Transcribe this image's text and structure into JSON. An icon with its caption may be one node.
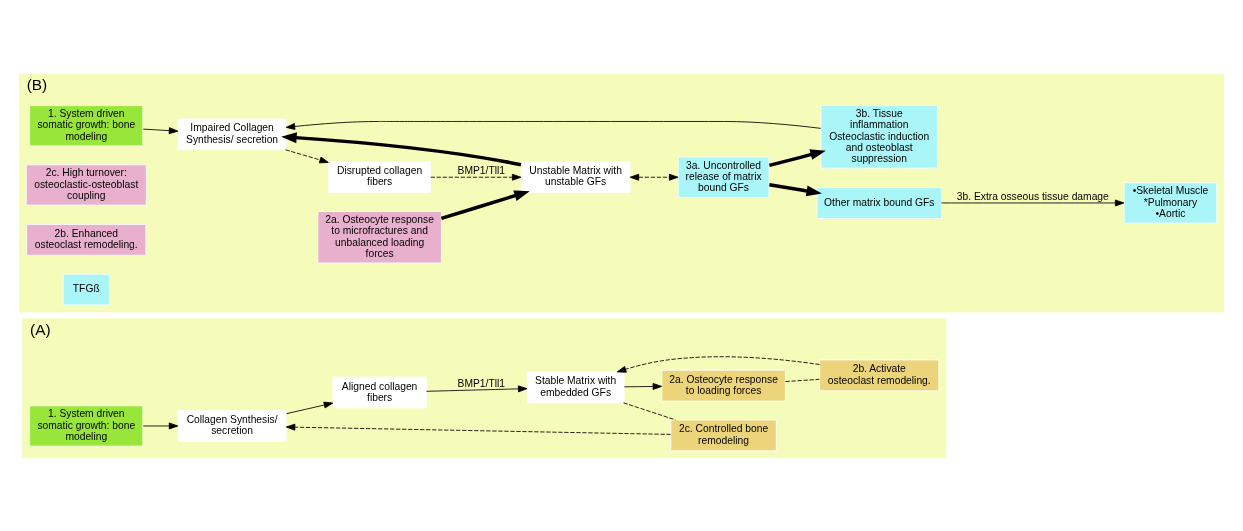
{
  "diagram": {
    "nodes": [
      {
        "text": [
          "(A)"
        ]
      },
      {
        "text": [
          "1. System driven somatic growth: bone modeling"
        ],
        "in": 0
      },
      {
        "text": [
          "2c. Controlled bone remodeling"
        ],
        "in": 0
      },
      {
        "text": [
          "Collagen Synthesis/ secretion"
        ],
        "in": 0
      },
      {
        "text": [
          "Aligned collagen fibers"
        ],
        "in": 0
      },
      {
        "text": [
          "Stable Matrix with embedded GFs"
        ],
        "in": 0
      },
      {
        "text": [
          "2b. Activate osteoclast remodeling."
        ],
        "in": 0
      },
      {
        "text": [
          "2a. Osteocyte response to loading forces"
        ],
        "in": 0
      },
      {
        "text": [
          "(B)"
        ]
      },
      {
        "text": [
          "1. System driven somatic growth: bone modeling"
        ],
        "in": 8
      },
      {
        "text": [
          "2c. High turnover: osteoclastic-osteoblast coupling"
        ],
        "in": 8
      },
      {
        "text": [
          "2b. Enhanced osteoclast remodeling."
        ],
        "in": 8
      },
      {
        "text": [
          "2a. Osteocyte response to microfractures and unbalanced loading forces"
        ],
        "in": 8
      },
      {
        "text": [
          "Impaired Collagen Synthesis/ secretion"
        ],
        "in": 8
      },
      {
        "text": [
          "Disrupted collagen fibers"
        ],
        "in": 8
      },
      {
        "text": [
          "Unstable Matrix with unstable GFs"
        ],
        "in": 8
      },
      {
        "text": [
          "3a. Uncontrolled release of matrix bound GFs"
        ],
        "in": 8
      },
      {
        "text": [
          "3b. Tissue inflammation",
          "Osteoclastic induction and osteoblast suppression"
        ],
        "in": 8
      },
      {
        "text": [
          "TFGß"
        ],
        "in": 8
      },
      {
        "text": [
          "Other matrix bound GFs"
        ],
        "in": 8
      },
      {
        "text": [
          "•Skeletal Muscle",
          "*Pulmonary",
          "•Aortic"
        ],
        "in": 8
      }
    ],
    "edges": [
      {
        "from": 1,
        "to": 3,
        "arrow": "to"
      },
      {
        "from": 3,
        "to": 4,
        "arrow": "to"
      },
      {
        "from": 4,
        "to": 5,
        "arrow": "to",
        "label": "BMP1/Tll1"
      },
      {
        "from": 5,
        "to": 7,
        "arrow": "to"
      },
      {
        "from": 7,
        "to": 6,
        "arrow": "none",
        "style": "dashed"
      },
      {
        "from": 6,
        "to": 5,
        "arrow": "to",
        "style": "dashed"
      },
      {
        "from": 5,
        "to": 2,
        "arrow": "none",
        "style": "dashed"
      },
      {
        "from": 2,
        "to": 3,
        "arrow": "to",
        "style": "dashed"
      },
      {
        "from": 9,
        "to": 13,
        "arrow": "to"
      },
      {
        "from": 15,
        "to": 13,
        "arrow": "to",
        "style": "thick"
      },
      {
        "from": 12,
        "to": 15,
        "arrow": "to",
        "style": "thick"
      },
      {
        "from": 13,
        "to": 14,
        "arrow": "to",
        "style": "dashed"
      },
      {
        "from": 14,
        "to": 15,
        "arrow": "to",
        "style": "dashed",
        "label": "BMP1/Tll1"
      },
      {
        "from": 15,
        "to": 16,
        "arrow": "both",
        "style": "dashed"
      },
      {
        "from": 16,
        "to": 17,
        "arrow": "to",
        "style": "thick"
      },
      {
        "from": 16,
        "to": 19,
        "arrow": "to",
        "style": "thick"
      },
      {
        "from": 17,
        "to": 13,
        "arrow": "to"
      },
      {
        "from": 19,
        "to": 20,
        "arrow": "to",
        "label": "3b. Extra osseous tissue damage"
      }
    ]
  }
}
